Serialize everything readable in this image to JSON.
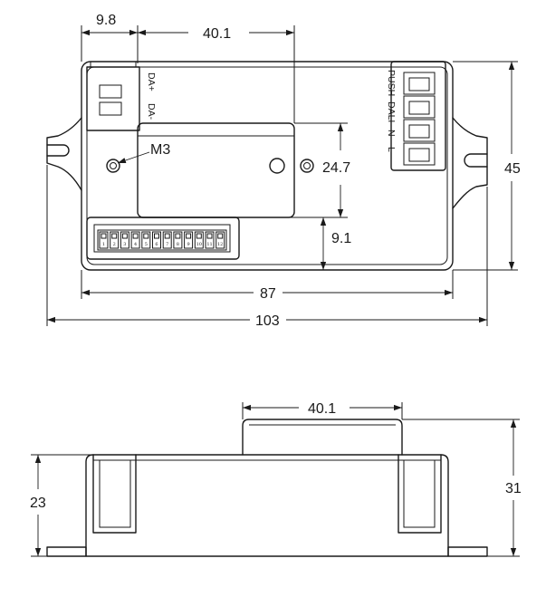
{
  "top_view": {
    "dimensions": {
      "terminal_offset": "9.8",
      "module_width_top": "40.1",
      "module_height": "24.7",
      "screw_label": "M3",
      "dip_offset": "9.1",
      "body_length": "87",
      "overall_length": "103",
      "overall_height": "45"
    },
    "dali_terminal_labels": [
      "DA+",
      "DA-"
    ],
    "mains_terminal_labels": [
      "PUSH",
      "DALI",
      "N",
      "L"
    ],
    "dip_switch_labels": [
      "1",
      "2",
      "3",
      "4",
      "5",
      "6",
      "7",
      "8",
      "9",
      "10",
      "11",
      "12"
    ]
  },
  "side_view": {
    "dimensions": {
      "module_width_side": "40.1",
      "base_height": "23",
      "total_height": "31"
    }
  }
}
